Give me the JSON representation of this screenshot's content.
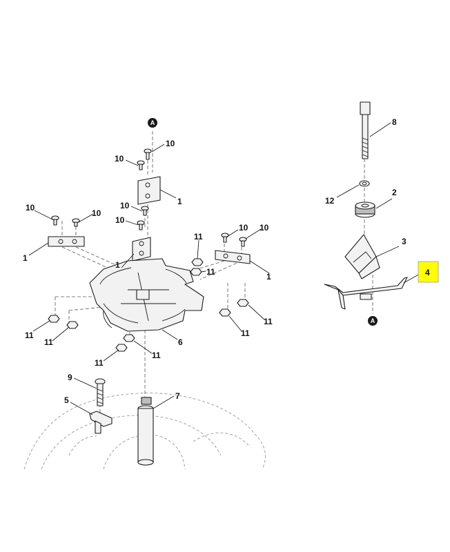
{
  "callouts": {
    "c1a": "1",
    "c1b": "1",
    "c1c": "1",
    "c1d": "1",
    "c2": "2",
    "c3": "3",
    "c4": "4",
    "c5": "5",
    "c6": "6",
    "c7": "7",
    "c8": "8",
    "c9": "9",
    "c10a": "10",
    "c10b": "10",
    "c10c": "10",
    "c10d": "10",
    "c10e": "10",
    "c10f": "10",
    "c10g": "10",
    "c10h": "10",
    "c11a": "11",
    "c11b": "11",
    "c11c": "11",
    "c11d": "11",
    "c11e": "11",
    "c11f": "11",
    "c11g": "11",
    "c11h": "11",
    "c12": "12"
  },
  "ref_markers": {
    "top": "A",
    "right": "A"
  },
  "highlight": {
    "part": "4",
    "color": "#ffff00"
  }
}
